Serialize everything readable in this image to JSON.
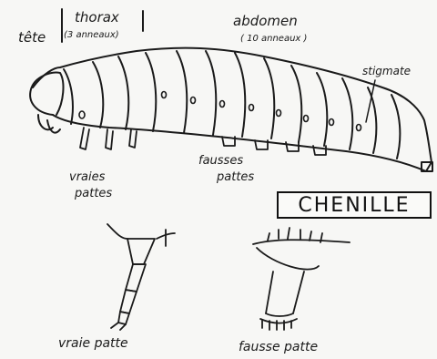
{
  "labels": {
    "tete": "tête",
    "thorax": "thorax",
    "thorax_sub": "(3 anneaux)",
    "abdomen": "abdomen",
    "abdomen_sub": "( 10 anneaux )",
    "stigmate": "stigmate",
    "vraies": "vraies",
    "pattes_left": "pattes",
    "fausses": "fausses",
    "pattes_right": "pattes",
    "title": "CHENILLE",
    "vraie_patte": "vraie patte",
    "fausse_patte": "fausse patte"
  },
  "colors": {
    "ink": "#1a1a1a",
    "paper": "#f7f7f5"
  },
  "segments": {
    "thorax_count": 3,
    "abdomen_count": 10
  }
}
